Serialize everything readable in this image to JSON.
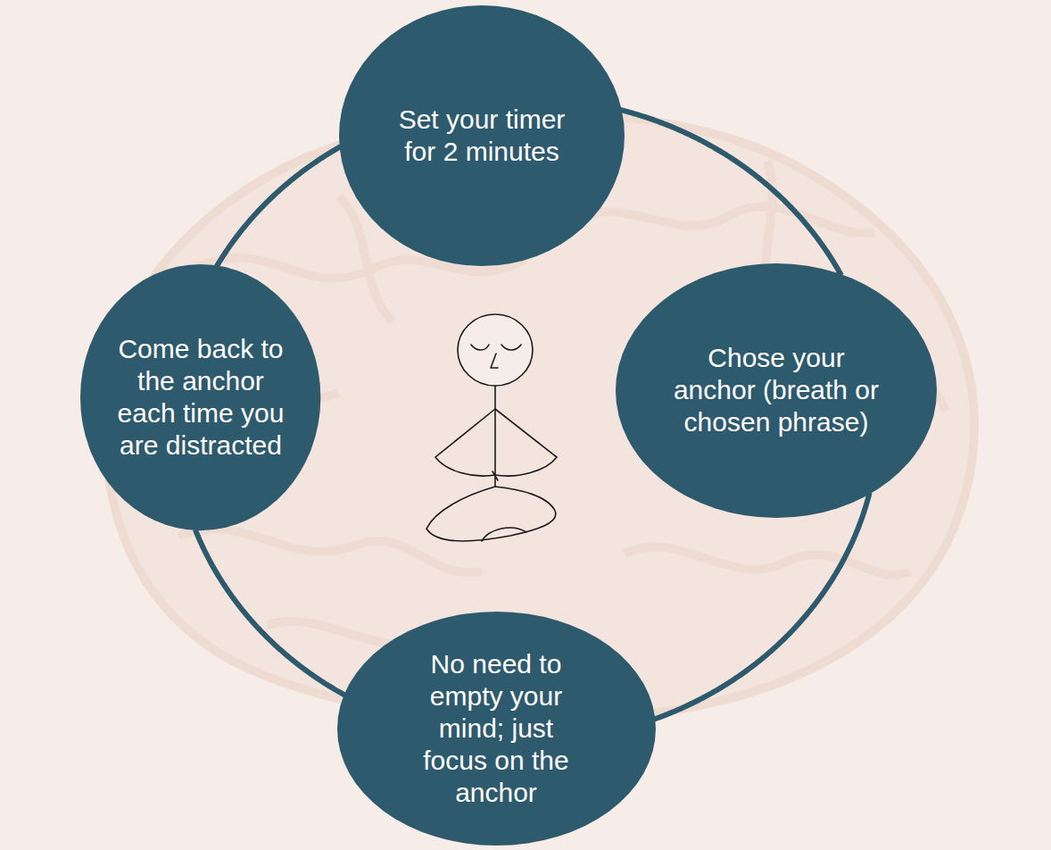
{
  "diagram": {
    "nodes": [
      {
        "text": [
          "Set your timer for 2 minutes"
        ]
      },
      {
        "text": [
          "Chose your anchor (breath or chosen phrase)"
        ]
      },
      {
        "text": [
          "No need to empty your mind; just focus on the anchor"
        ]
      },
      {
        "text": [
          "Come back to the anchor each time you are distracted"
        ]
      }
    ],
    "edges": [
      {
        "from": 0,
        "to": 1,
        "arrow": "none"
      },
      {
        "from": 1,
        "to": 2,
        "arrow": "none"
      },
      {
        "from": 2,
        "to": 3,
        "arrow": "none"
      },
      {
        "from": 3,
        "to": 0,
        "arrow": "none"
      }
    ]
  }
}
